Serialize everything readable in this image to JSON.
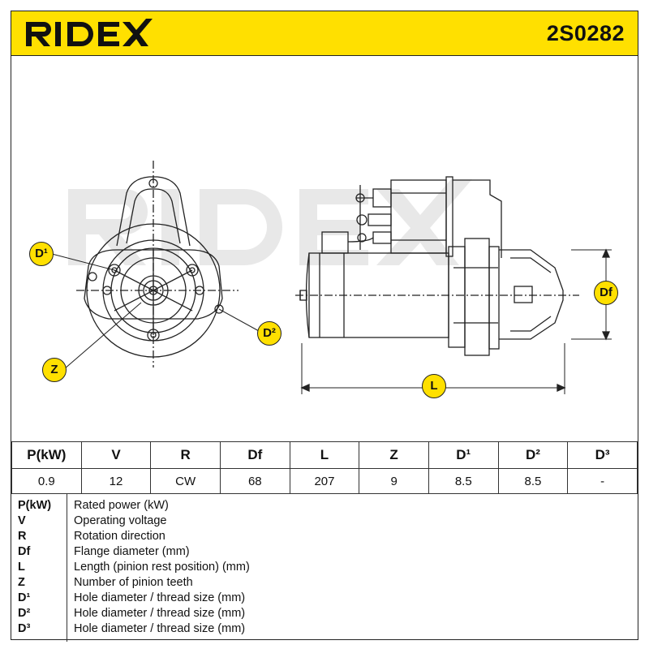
{
  "brand": {
    "name": "RIDEX",
    "accent_color": "#ffe000"
  },
  "part_number": "2S0282",
  "callouts": {
    "d1": "D¹",
    "d2": "D²",
    "z": "Z",
    "df": "Df",
    "l": "L"
  },
  "spec_table": {
    "headers": [
      "P(kW)",
      "V",
      "R",
      "Df",
      "L",
      "Z",
      "D¹",
      "D²",
      "D³"
    ],
    "values": [
      "0.9",
      "12",
      "CW",
      "68",
      "207",
      "9",
      "8.5",
      "8.5",
      "-"
    ]
  },
  "legend": [
    {
      "key": "P(kW)",
      "desc": "Rated power (kW)"
    },
    {
      "key": "V",
      "desc": "Operating voltage"
    },
    {
      "key": "R",
      "desc": "Rotation direction"
    },
    {
      "key": "Df",
      "desc": "Flange diameter (mm)"
    },
    {
      "key": "L",
      "desc": "Length (pinion rest position) (mm)"
    },
    {
      "key": "Z",
      "desc": "Number of pinion teeth"
    },
    {
      "key": "D¹",
      "desc": "Hole diameter / thread size (mm)"
    },
    {
      "key": "D²",
      "desc": "Hole diameter / thread size (mm)"
    },
    {
      "key": "D³",
      "desc": "Hole diameter / thread size (mm)"
    }
  ]
}
